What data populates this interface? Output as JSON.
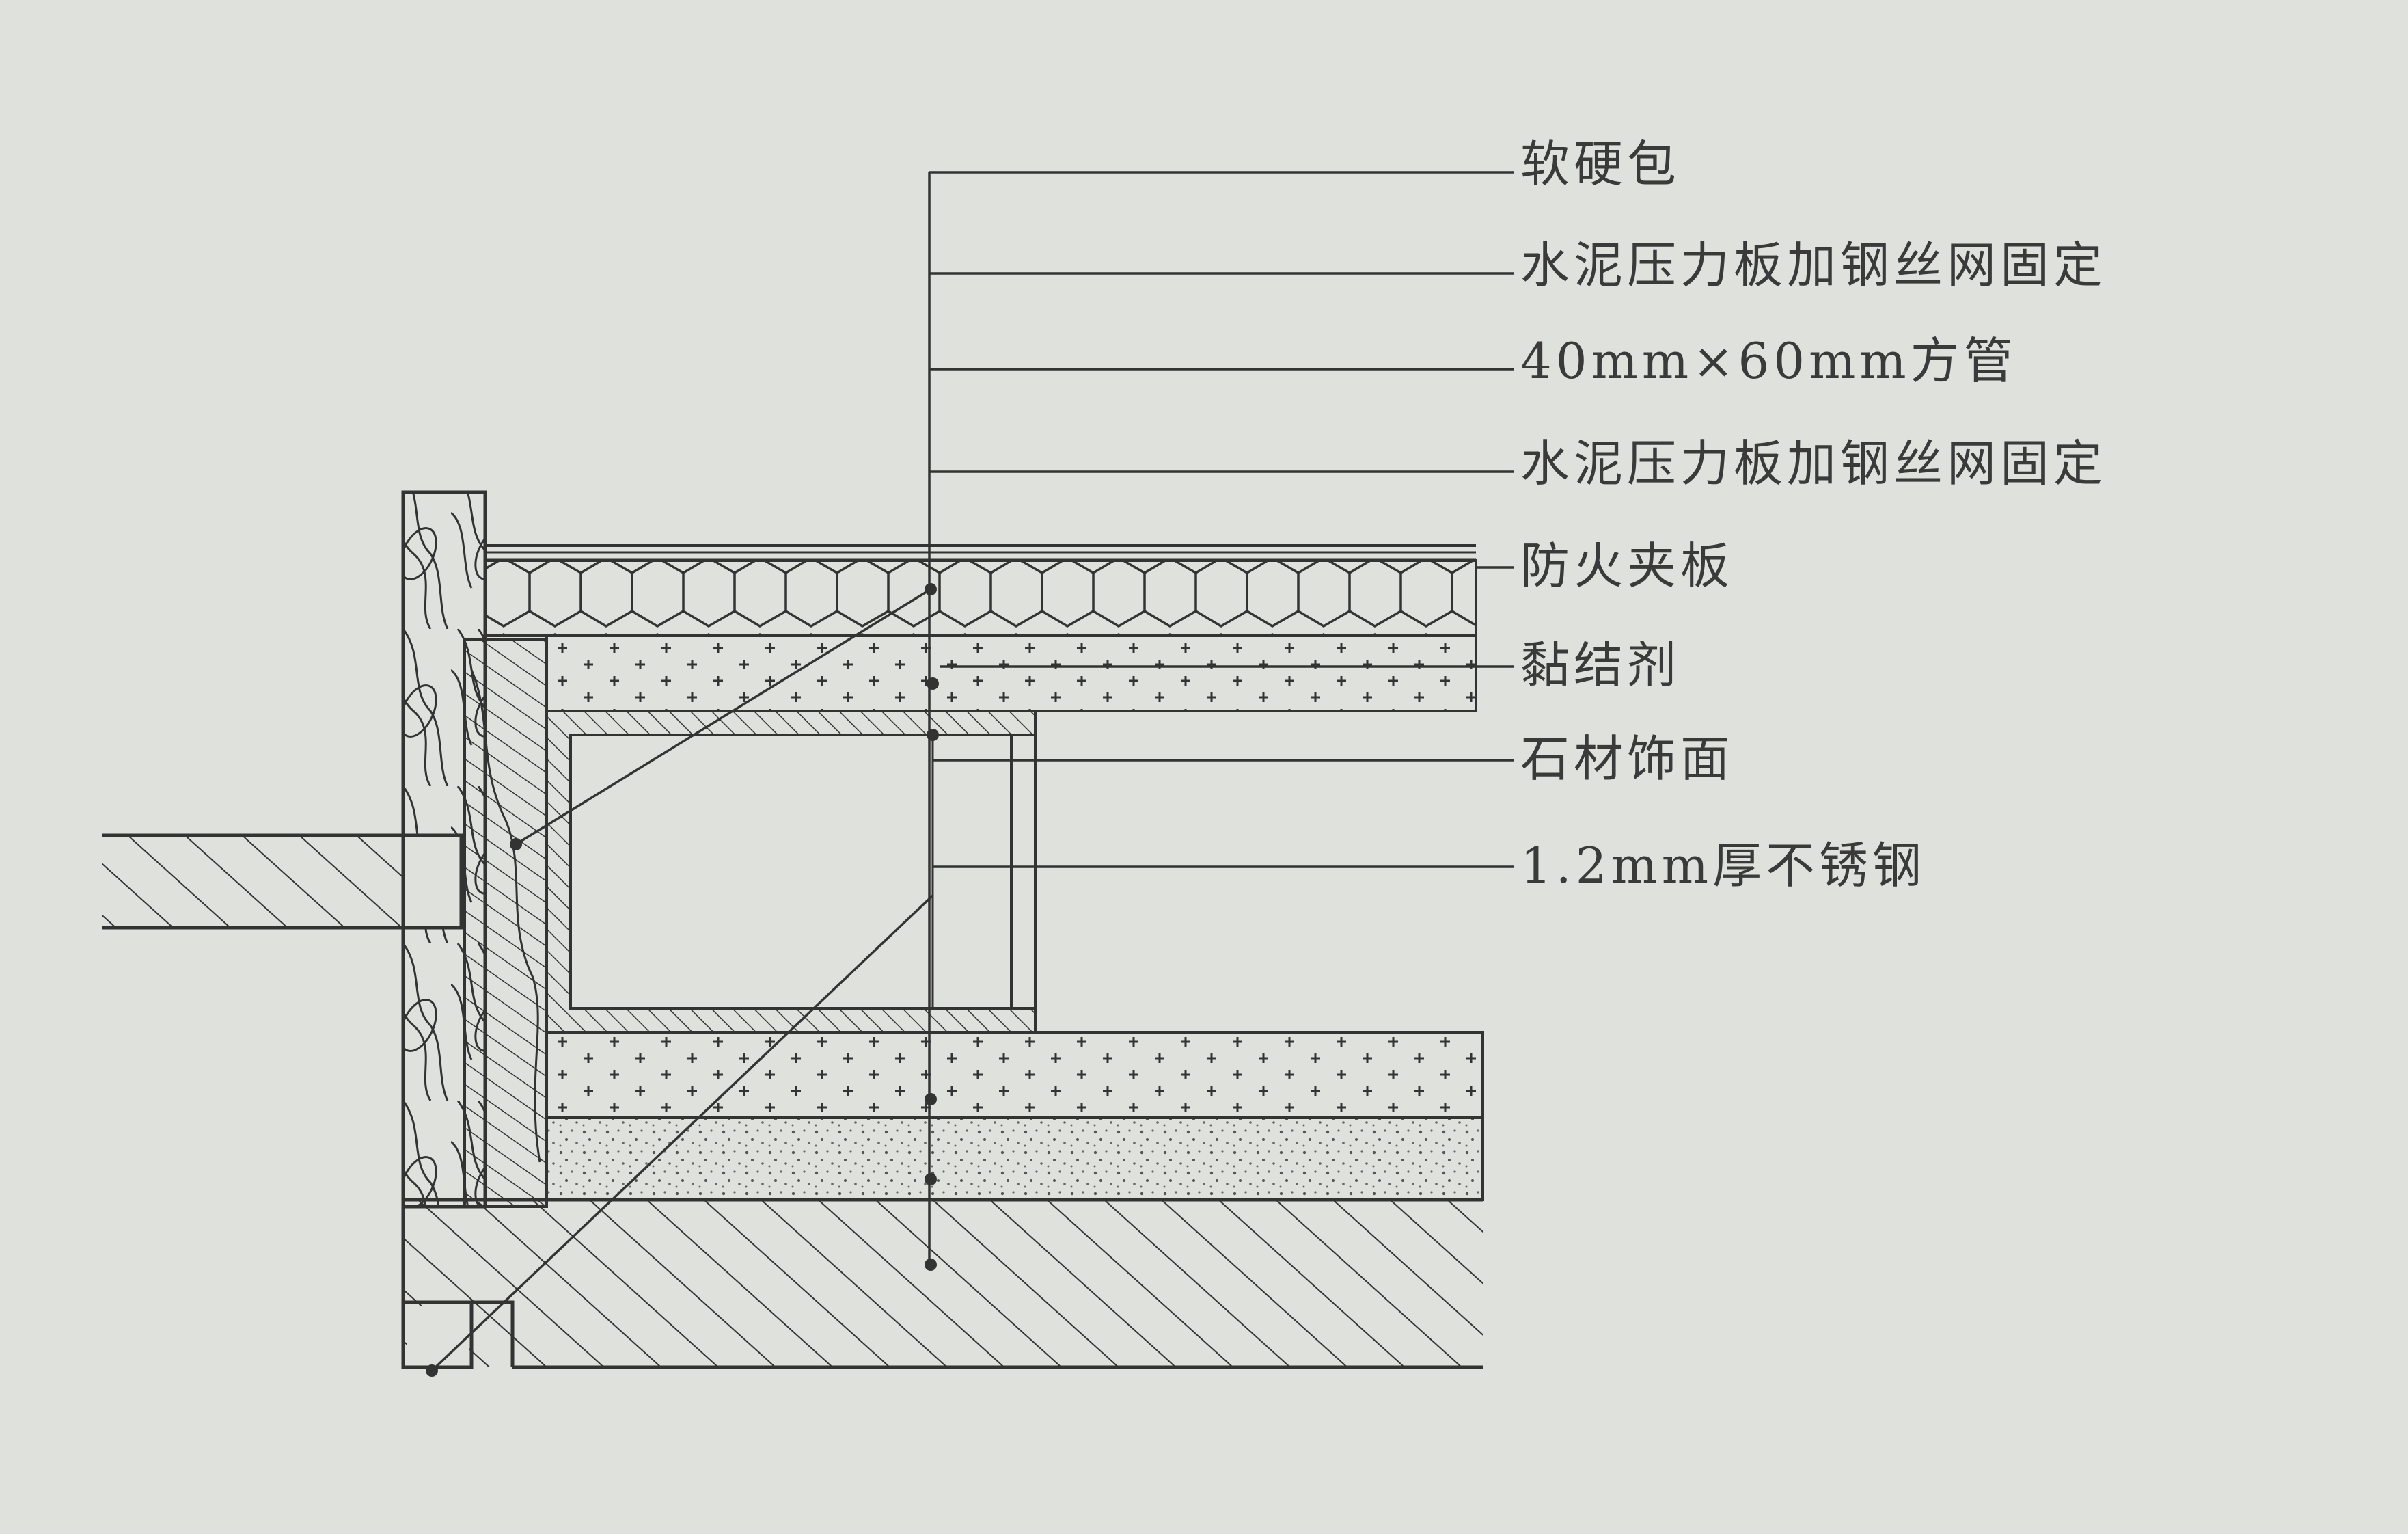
{
  "labels": [
    "软硬包",
    "水泥压力板加钢丝网固定",
    "40mm×60mm方管",
    "水泥压力板加钢丝网固定",
    "防火夹板",
    "黏结剂",
    "石材饰面",
    "1.2mm厚不锈钢"
  ],
  "colors": {
    "background": "#dfe1dc",
    "line": "#333333",
    "text": "#3a3a3a"
  }
}
